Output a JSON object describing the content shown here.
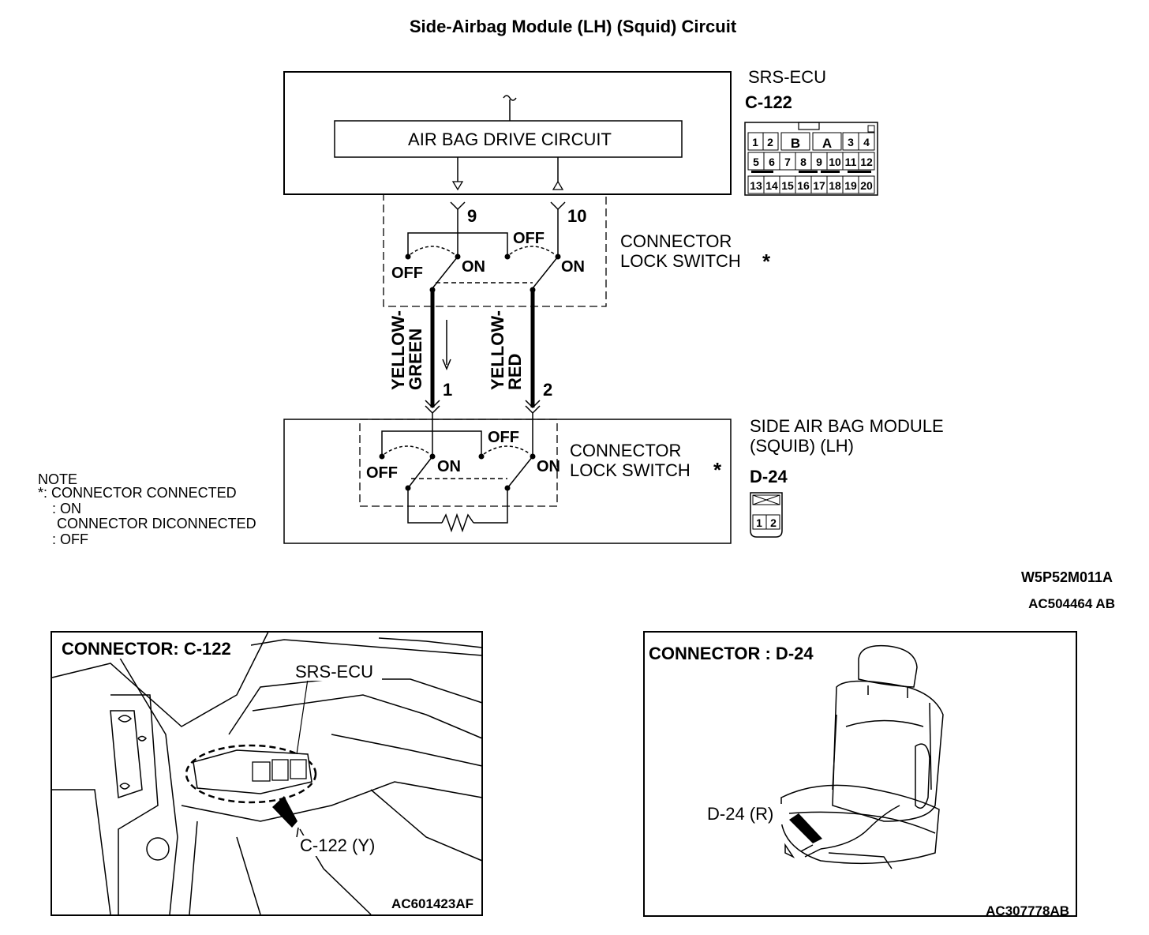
{
  "title": "Side-Airbag Module (LH) (Squid) Circuit",
  "ecu": {
    "name": "SRS-ECU",
    "connector": "C-122",
    "drive_circuit": "AIR BAG DRIVE CIRCUIT",
    "pins": [
      "1",
      "2",
      "B",
      "A",
      "3",
      "4",
      "5",
      "6",
      "7",
      "8",
      "9",
      "10",
      "11",
      "12",
      "13",
      "14",
      "15",
      "16",
      "17",
      "18",
      "19",
      "20"
    ],
    "terminal_a": "9",
    "terminal_b": "10"
  },
  "lock_switch_top": {
    "label_line1": "CONNECTOR",
    "label_line2": "LOCK SWITCH",
    "asterisk": "*",
    "off1": "OFF",
    "on1": "ON",
    "off2": "OFF",
    "on2": "ON"
  },
  "wires": {
    "left_color_line1": "YELLOW-",
    "left_color_line2": "GREEN",
    "right_color_line1": "YELLOW-",
    "right_color_line2": "RED",
    "left_pin": "1",
    "right_pin": "2"
  },
  "module": {
    "name_line1": "SIDE AIR BAG MODULE",
    "name_line2": "(SQUIB) (LH)",
    "connector": "D-24",
    "pins": [
      "1",
      "2"
    ]
  },
  "lock_switch_bottom": {
    "label_line1": "CONNECTOR",
    "label_line2": "LOCK SWITCH",
    "asterisk": "*",
    "off1": "OFF",
    "on1": "ON",
    "off2": "OFF",
    "on2": "ON"
  },
  "note": {
    "title": "NOTE",
    "line1": "*: CONNECTOR CONNECTED",
    "line2": ": ON",
    "line3": "CONNECTOR DICONNECTED",
    "line4": ": OFF"
  },
  "codes": {
    "diagram_code": "W5P52M011A",
    "figure_code": "AC504464 AB"
  },
  "photo_left": {
    "heading": "CONNECTOR: C-122",
    "label_ecu": "SRS-ECU",
    "label_conn": "C-122 (Y)",
    "code": "AC601423AF"
  },
  "photo_right": {
    "heading": "CONNECTOR : D-24",
    "label_conn": "D-24 (R)",
    "code": "AC307778AB"
  }
}
